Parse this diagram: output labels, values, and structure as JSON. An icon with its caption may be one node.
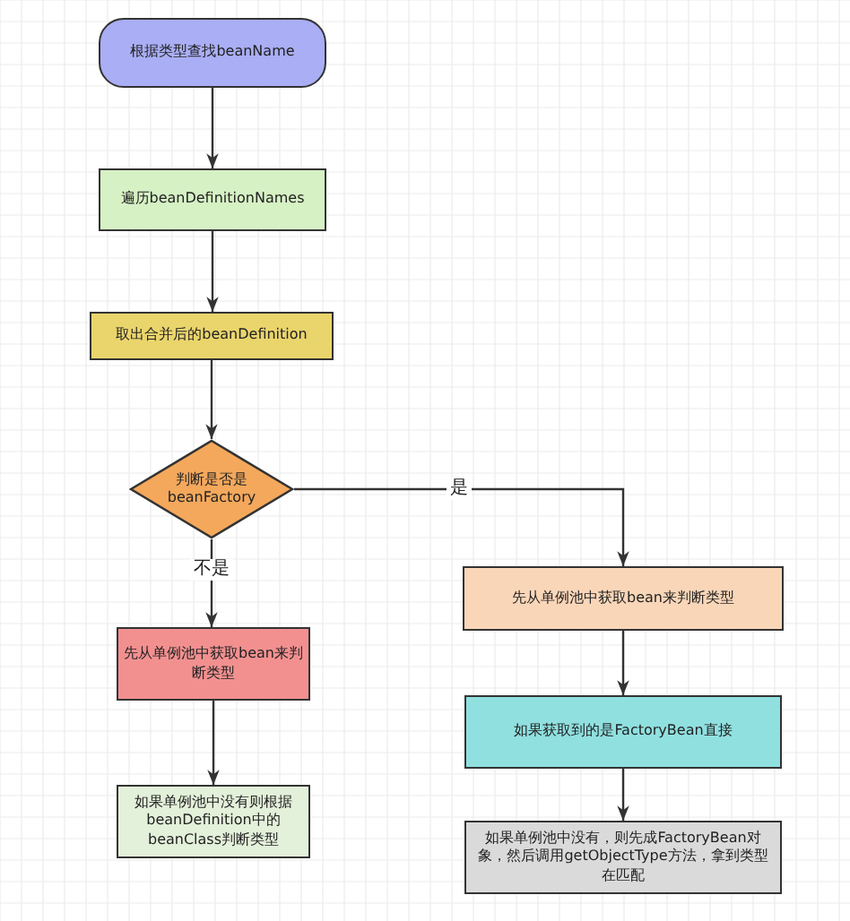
{
  "diagram": {
    "nodes": [
      {
        "text": [
          "根据类型查找beanName"
        ]
      },
      {
        "text": [
          "遍历beanDefinitionNames"
        ]
      },
      {
        "text": [
          "取出合并后的beanDefinition"
        ]
      },
      {
        "text": [
          "判断是否是beanFactory"
        ]
      },
      {
        "text": [
          "先从单例池中获取bean来判断类型"
        ]
      },
      {
        "text": [
          "先从单例池中获取bean来判断类型"
        ]
      },
      {
        "text": [
          "如果单例池中没有则根据beanDefinition中的beanClass判断类型"
        ]
      },
      {
        "text": [
          "如果获取到的是FactoryBean直接"
        ]
      },
      {
        "text": [
          "如果单例池中没有，则先成FactoryBean对象，然后调用getObjectType方法，拿到类型在匹配"
        ]
      }
    ],
    "edges": [
      {
        "from": 0,
        "to": 1,
        "arrow": "to"
      },
      {
        "from": 1,
        "to": 2,
        "arrow": "to"
      },
      {
        "from": 2,
        "to": 3,
        "arrow": "to"
      },
      {
        "from": 3,
        "to": 4,
        "arrow": "to",
        "label": "是"
      },
      {
        "from": 3,
        "to": 5,
        "arrow": "to",
        "label": "不是"
      },
      {
        "from": 5,
        "to": 6,
        "arrow": "to"
      },
      {
        "from": 4,
        "to": 7,
        "arrow": "to"
      },
      {
        "from": 7,
        "to": 8,
        "arrow": "to"
      }
    ]
  }
}
